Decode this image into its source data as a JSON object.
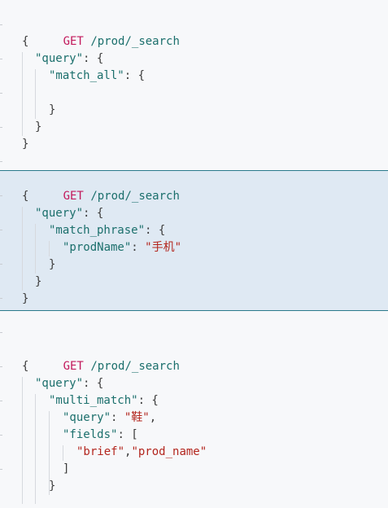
{
  "blocks": [
    {
      "request": {
        "method": "GET",
        "path": "/prod/_search"
      },
      "lines": {
        "open": "{",
        "query_key": "\"query\"",
        "query_rest": ": {",
        "match_key": "\"match_all\"",
        "match_rest": ": {",
        "close_match": "}",
        "close_query": "}",
        "close_root": "}"
      }
    },
    {
      "request": {
        "method": "GET",
        "path": "/prod/_search"
      },
      "lines": {
        "open": "{",
        "query_key": "\"query\"",
        "query_rest": ": {",
        "match_key": "\"match_phrase\"",
        "match_rest": ": {",
        "field_key": "\"prodName\"",
        "field_colon": ": ",
        "field_value": "\"手机\"",
        "close_match": "}",
        "close_query": "}",
        "close_root": "}"
      }
    },
    {
      "request": {
        "method": "GET",
        "path": "/prod/_search"
      },
      "lines": {
        "open": "{",
        "query_key": "\"query\"",
        "query_rest": ": {",
        "match_key": "\"multi_match\"",
        "match_rest": ": {",
        "inner_query_key": "\"query\"",
        "inner_query_colon": ": ",
        "inner_query_value": "\"鞋\"",
        "inner_query_comma": ",",
        "fields_key": "\"fields\"",
        "fields_rest": ": [",
        "field1": "\"brief\"",
        "field_sep": ",",
        "field2": "\"prod_name\"",
        "close_array": "]",
        "close_match": "}"
      }
    }
  ],
  "colors": {
    "background": "#f7f8fa",
    "selection": "#dfe9f3",
    "selection_border": "#2b7a8c",
    "method": "#c2185b",
    "key": "#1b6f6c",
    "string": "#b3261e"
  }
}
